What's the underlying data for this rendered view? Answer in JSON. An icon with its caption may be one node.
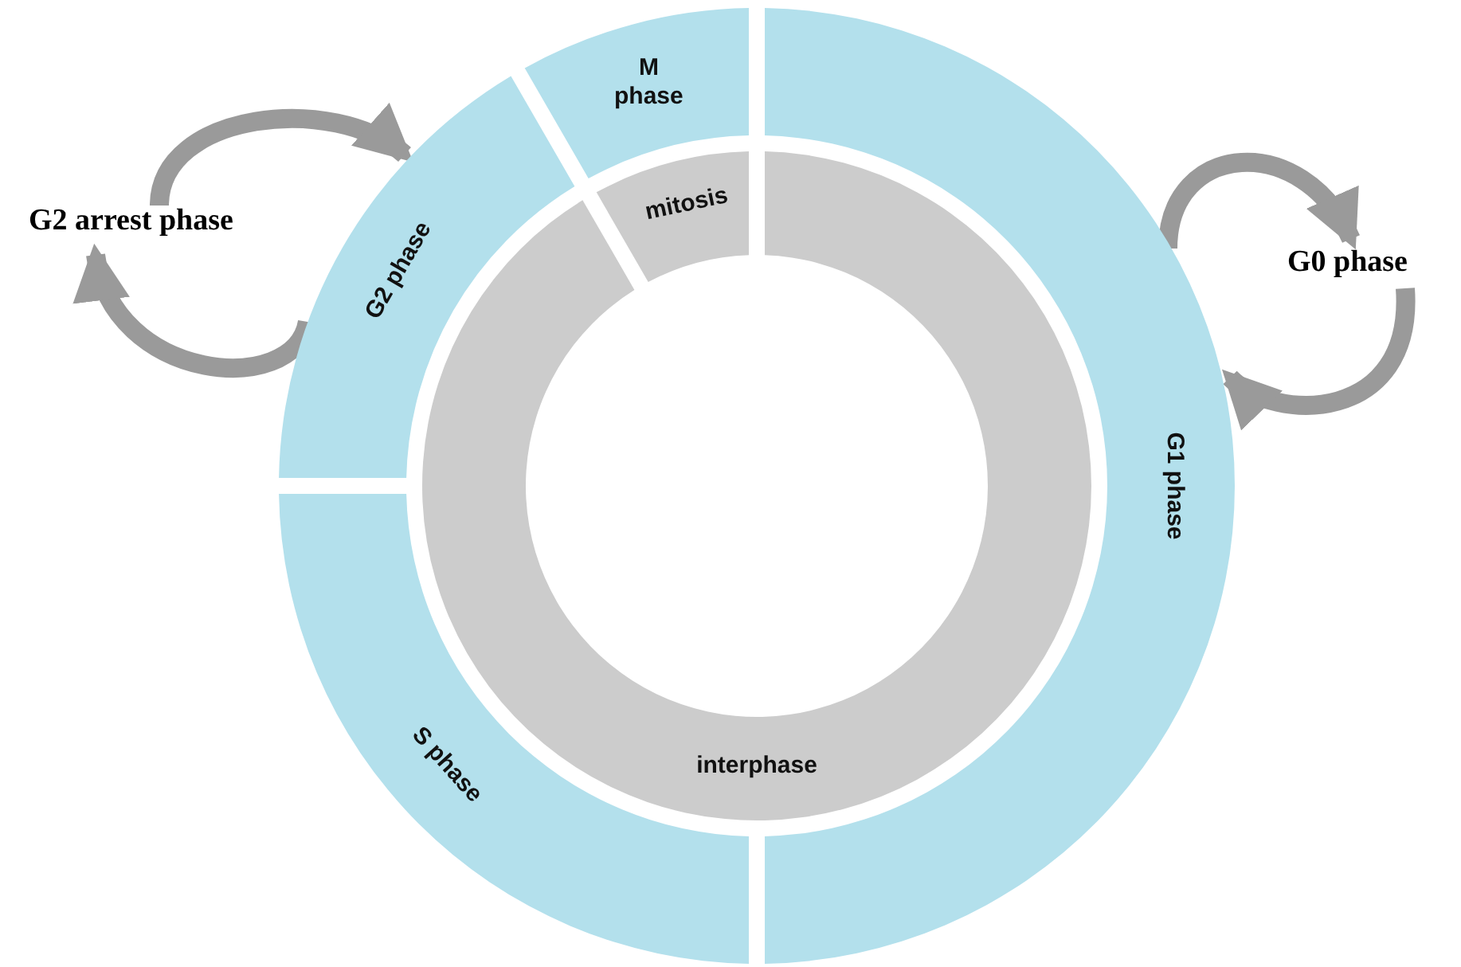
{
  "diagram": {
    "nodes": [
      {
        "text": [
          "M phase"
        ]
      },
      {
        "text": [
          "G1 phase"
        ]
      },
      {
        "text": [
          "S phase"
        ]
      },
      {
        "text": [
          "G2 phase"
        ]
      },
      {
        "text": [
          "mitosis"
        ]
      },
      {
        "text": [
          "interphase"
        ]
      },
      {
        "text": [
          "G2 arrest phase"
        ]
      },
      {
        "text": [
          "G0 phase"
        ]
      }
    ],
    "edges": [
      {
        "from": 6,
        "to": 3,
        "arrow": "to"
      },
      {
        "from": 3,
        "to": 6,
        "arrow": "to"
      },
      {
        "from": 1,
        "to": 7,
        "arrow": "to"
      },
      {
        "from": 7,
        "to": 1,
        "arrow": "to"
      }
    ]
  }
}
